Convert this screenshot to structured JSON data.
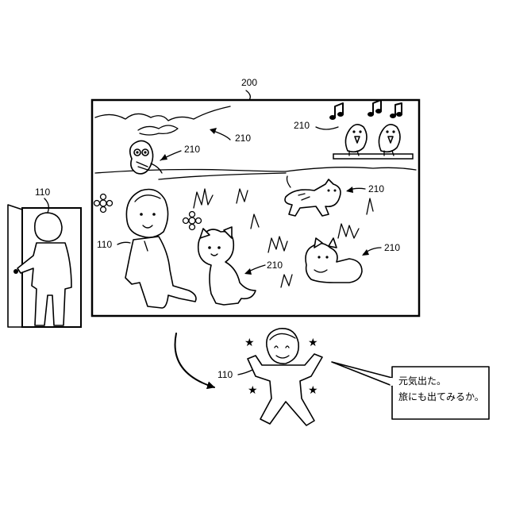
{
  "labels": {
    "screen": "200",
    "creature": "210",
    "person": "110"
  },
  "speech": {
    "line1": "元気出た。",
    "line2": "旅にも出てみるか。"
  }
}
